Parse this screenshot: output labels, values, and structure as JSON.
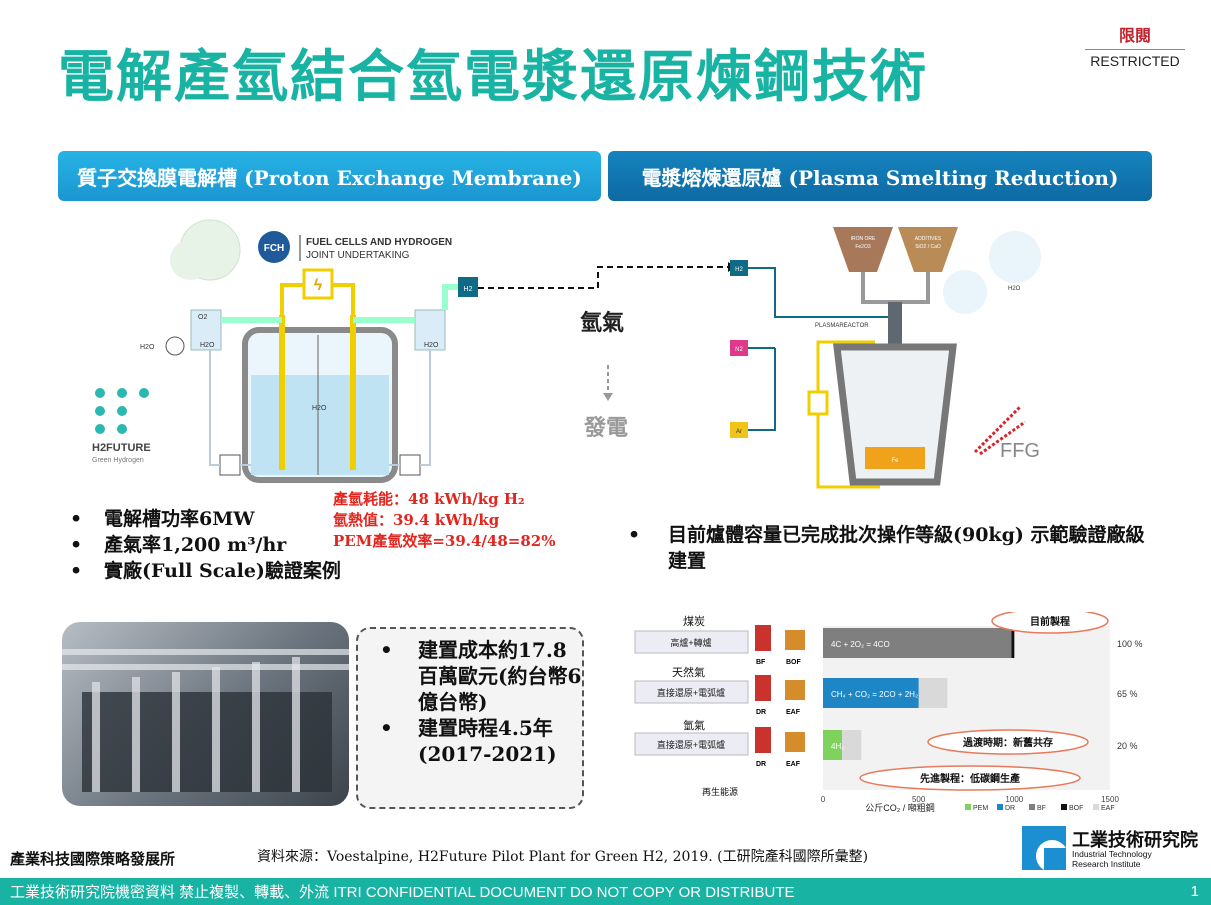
{
  "title": "電解產氫結合氫電漿還原煉鋼技術",
  "restricted": {
    "cn": "限閱",
    "en": "RESTRICTED"
  },
  "headers": {
    "left": "質子交換膜電解槽 (Proton Exchange Membrane)",
    "right": "電漿熔煉還原爐 (Plasma Smelting Reduction)"
  },
  "electrolyzer": {
    "fch_logo": "FCH",
    "fch_title": "FUEL CELLS AND HYDROGEN",
    "fch_sub": "JOINT UNDERTAKING",
    "h2future_title": "H2FUTURE",
    "h2future_sub": "Green Hydrogen",
    "labels": {
      "o2": "O2",
      "h2": "H2",
      "h2o": "H2O",
      "h2o_in": "H2O",
      "h2o_left": "H2O",
      "h2o_right": "H2O",
      "h2_out": "H2"
    }
  },
  "link": {
    "hydrogen": "氫氣",
    "power": "發電"
  },
  "furnace": {
    "iron_ore": "IRON ORE",
    "iron_ore_sub": "Fe2O3",
    "additives": "ADDITIVES",
    "additives_sub": "SiO2 / CaO",
    "plasmareactor": "PLASMAREACTOR",
    "inputs": [
      "H2",
      "N2",
      "Ar"
    ],
    "h2o": "H2O",
    "ffg": "FFG",
    "fe": "Fe"
  },
  "left_bullets": [
    "電解槽功率6MW",
    "產氣率1,200 m³/hr",
    "實廠(Full Scale)驗證案例"
  ],
  "red_notes": [
    "產氫耗能：48 kWh/kg H₂",
    "氫熱值：39.4 kWh/kg",
    "PEM產氫效率=39.4/48=82%"
  ],
  "right_bullet": "目前爐體容量已完成批次操作等級(90kg) 示範驗證廠級建置",
  "cost_bullets": [
    "建置成本約17.8百萬歐元(約台幣6億台幣)",
    "建置時程4.5年(2017-2021)"
  ],
  "chart_data": {
    "type": "bar",
    "categories": [
      "高爐+轉爐",
      "直接還原+電弧爐",
      "直接還原+電弧爐"
    ],
    "inputs": [
      "煤炭",
      "天然氣",
      "氫氣",
      "再生能源"
    ],
    "unit_labels": [
      [
        "BF",
        "BOF"
      ],
      [
        "DR",
        "EAF"
      ],
      [
        "DR",
        "EAF"
      ]
    ],
    "reactions": [
      "4C + 2O₂ = 4CO",
      "CH₄ + CO₂ = 2CO + 2H₂",
      "4H₂"
    ],
    "percent_labels": [
      "100 %",
      "65 %",
      "20 %"
    ],
    "values": [
      1000,
      650,
      200
    ],
    "xlim": [
      0,
      1500
    ],
    "xticks": [
      "0",
      "500",
      "1000",
      "1500"
    ],
    "xlabel": "公斤CO₂ / 噸粗鋼",
    "legend": [
      "PEM",
      "DR",
      "BF",
      "BOF",
      "EAF"
    ],
    "callouts": [
      "目前製程",
      "過渡時期：新舊共存",
      "先進製程：低碳鋼生產"
    ]
  },
  "footer": {
    "org": "產業科技國際策略發展所",
    "source": "資料來源：Voestalpine, H2Future Pilot Plant for Green H2, 2019. (工研院產科國際所彙整)",
    "itri_cn": "工業技術研究院",
    "itri_en1": "Industrial Technology",
    "itri_en2": "Research Institute",
    "confidential": "工業技術研究院機密資料 禁止複製、轉載、外流 ITRI CONFIDENTIAL DOCUMENT DO NOT COPY OR DISTRIBUTE",
    "page": "1"
  },
  "colors": {
    "teal": "#19b3a4",
    "blue_light": "#1a96d0",
    "blue_dark": "#0e6aa2",
    "red": "#e3251f"
  }
}
